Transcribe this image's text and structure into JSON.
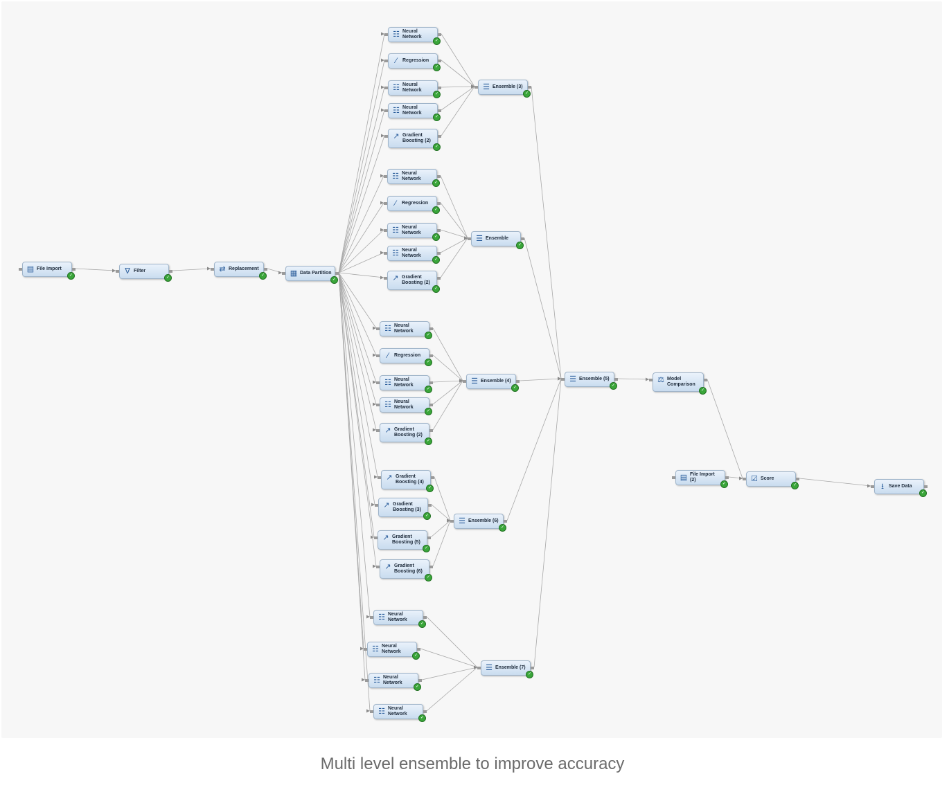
{
  "caption": "Multi level ensemble to improve accuracy",
  "colors": {
    "background": "#f7f7f7",
    "node_fill": "#c9dcef",
    "status_ok": "#3aa63a",
    "edge": "#a8a8a8"
  },
  "nodes": [
    {
      "id": "file_import",
      "label": "File Import",
      "icon": "file-import-icon"
    },
    {
      "id": "filter",
      "label": "Filter",
      "icon": "filter-icon"
    },
    {
      "id": "replacement",
      "label": "Replacement",
      "icon": "replacement-icon"
    },
    {
      "id": "data_partition",
      "label": "Data Partition",
      "icon": "data-partition-icon"
    },
    {
      "id": "g1_nn1",
      "label": "Neural Network",
      "icon": "neural-network-icon"
    },
    {
      "id": "g1_reg",
      "label": "Regression",
      "icon": "regression-icon"
    },
    {
      "id": "g1_nn2",
      "label": "Neural Network",
      "icon": "neural-network-icon"
    },
    {
      "id": "g1_nn3",
      "label": "Neural Network",
      "icon": "neural-network-icon"
    },
    {
      "id": "g1_gb",
      "label": "Gradient Boosting (2)",
      "icon": "gradient-boosting-icon"
    },
    {
      "id": "ens_a",
      "label": "Ensemble (3)",
      "icon": "ensemble-icon"
    },
    {
      "id": "g2_nn1",
      "label": "Neural Network",
      "icon": "neural-network-icon"
    },
    {
      "id": "g2_reg",
      "label": "Regression",
      "icon": "regression-icon"
    },
    {
      "id": "g2_nn2",
      "label": "Neural Network",
      "icon": "neural-network-icon"
    },
    {
      "id": "g2_nn3",
      "label": "Neural Network",
      "icon": "neural-network-icon"
    },
    {
      "id": "g2_gb",
      "label": "Gradient Boosting (2)",
      "icon": "gradient-boosting-icon"
    },
    {
      "id": "ens_b",
      "label": "Ensemble",
      "icon": "ensemble-icon"
    },
    {
      "id": "g3_nn1",
      "label": "Neural Network",
      "icon": "neural-network-icon"
    },
    {
      "id": "g3_reg",
      "label": "Regression",
      "icon": "regression-icon"
    },
    {
      "id": "g3_nn2",
      "label": "Neural Network",
      "icon": "neural-network-icon"
    },
    {
      "id": "g3_nn3",
      "label": "Neural Network",
      "icon": "neural-network-icon"
    },
    {
      "id": "g3_gb",
      "label": "Gradient Boosting (2)",
      "icon": "gradient-boosting-icon"
    },
    {
      "id": "ens_c",
      "label": "Ensemble (4)",
      "icon": "ensemble-icon"
    },
    {
      "id": "g4_gb1",
      "label": "Gradient Boosting (4)",
      "icon": "gradient-boosting-icon"
    },
    {
      "id": "g4_gb2",
      "label": "Gradient Boosting (3)",
      "icon": "gradient-boosting-icon"
    },
    {
      "id": "g4_gb3",
      "label": "Gradient Boosting (5)",
      "icon": "gradient-boosting-icon"
    },
    {
      "id": "g4_gb4",
      "label": "Gradient Boosting (6)",
      "icon": "gradient-boosting-icon"
    },
    {
      "id": "ens_d",
      "label": "Ensemble (6)",
      "icon": "ensemble-icon"
    },
    {
      "id": "g5_nn1",
      "label": "Neural Network",
      "icon": "neural-network-icon"
    },
    {
      "id": "g5_nn2",
      "label": "Neural Network",
      "icon": "neural-network-icon"
    },
    {
      "id": "g5_nn3",
      "label": "Neural Network",
      "icon": "neural-network-icon"
    },
    {
      "id": "g5_nn4",
      "label": "Neural Network",
      "icon": "neural-network-icon"
    },
    {
      "id": "ens_e",
      "label": "Ensemble (7)",
      "icon": "ensemble-icon"
    },
    {
      "id": "ens_final",
      "label": "Ensemble (5)",
      "icon": "ensemble-icon"
    },
    {
      "id": "model_comparison",
      "label": "Model Comparison",
      "icon": "model-comparison-icon"
    },
    {
      "id": "file_import2",
      "label": "File Import (2)",
      "icon": "file-import-icon"
    },
    {
      "id": "score",
      "label": "Score",
      "icon": "score-icon"
    },
    {
      "id": "save_data",
      "label": "Save Data",
      "icon": "save-data-icon"
    }
  ],
  "edges": [
    [
      "file_import",
      "filter"
    ],
    [
      "filter",
      "replacement"
    ],
    [
      "replacement",
      "data_partition"
    ],
    [
      "data_partition",
      "g1_nn1"
    ],
    [
      "data_partition",
      "g1_reg"
    ],
    [
      "data_partition",
      "g1_nn2"
    ],
    [
      "data_partition",
      "g1_nn3"
    ],
    [
      "data_partition",
      "g1_gb"
    ],
    [
      "data_partition",
      "g2_nn1"
    ],
    [
      "data_partition",
      "g2_reg"
    ],
    [
      "data_partition",
      "g2_nn2"
    ],
    [
      "data_partition",
      "g2_nn3"
    ],
    [
      "data_partition",
      "g2_gb"
    ],
    [
      "data_partition",
      "g3_nn1"
    ],
    [
      "data_partition",
      "g3_reg"
    ],
    [
      "data_partition",
      "g3_nn2"
    ],
    [
      "data_partition",
      "g3_nn3"
    ],
    [
      "data_partition",
      "g3_gb"
    ],
    [
      "data_partition",
      "g4_gb1"
    ],
    [
      "data_partition",
      "g4_gb2"
    ],
    [
      "data_partition",
      "g4_gb3"
    ],
    [
      "data_partition",
      "g4_gb4"
    ],
    [
      "data_partition",
      "g5_nn1"
    ],
    [
      "data_partition",
      "g5_nn2"
    ],
    [
      "data_partition",
      "g5_nn3"
    ],
    [
      "data_partition",
      "g5_nn4"
    ],
    [
      "g1_nn1",
      "ens_a"
    ],
    [
      "g1_reg",
      "ens_a"
    ],
    [
      "g1_nn2",
      "ens_a"
    ],
    [
      "g1_nn3",
      "ens_a"
    ],
    [
      "g1_gb",
      "ens_a"
    ],
    [
      "g2_nn1",
      "ens_b"
    ],
    [
      "g2_reg",
      "ens_b"
    ],
    [
      "g2_nn2",
      "ens_b"
    ],
    [
      "g2_nn3",
      "ens_b"
    ],
    [
      "g2_gb",
      "ens_b"
    ],
    [
      "g3_nn1",
      "ens_c"
    ],
    [
      "g3_reg",
      "ens_c"
    ],
    [
      "g3_nn2",
      "ens_c"
    ],
    [
      "g3_nn3",
      "ens_c"
    ],
    [
      "g3_gb",
      "ens_c"
    ],
    [
      "g4_gb1",
      "ens_d"
    ],
    [
      "g4_gb2",
      "ens_d"
    ],
    [
      "g4_gb3",
      "ens_d"
    ],
    [
      "g4_gb4",
      "ens_d"
    ],
    [
      "g5_nn1",
      "ens_e"
    ],
    [
      "g5_nn2",
      "ens_e"
    ],
    [
      "g5_nn3",
      "ens_e"
    ],
    [
      "g5_nn4",
      "ens_e"
    ],
    [
      "ens_a",
      "ens_final"
    ],
    [
      "ens_b",
      "ens_final"
    ],
    [
      "ens_c",
      "ens_final"
    ],
    [
      "ens_d",
      "ens_final"
    ],
    [
      "ens_e",
      "ens_final"
    ],
    [
      "ens_final",
      "model_comparison"
    ],
    [
      "model_comparison",
      "score"
    ],
    [
      "file_import2",
      "score"
    ],
    [
      "score",
      "save_data"
    ]
  ]
}
